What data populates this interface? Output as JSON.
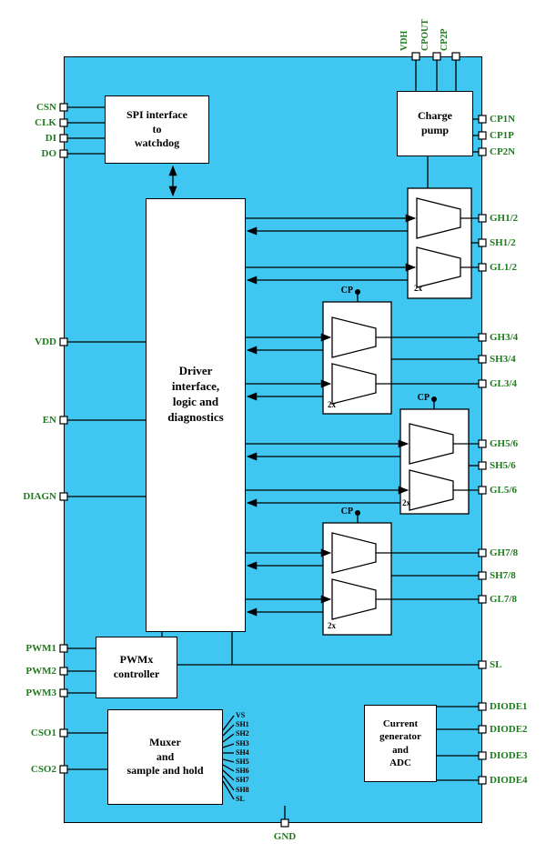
{
  "colors": {
    "chip_fill": "#3fc6f1",
    "pin_label": "#1f7a1f",
    "line": "#000000",
    "block_fill": "#ffffff"
  },
  "blocks": {
    "spi": {
      "lines": [
        "SPI interface",
        "to",
        "watchdog"
      ]
    },
    "charge_pump": {
      "lines": [
        "Charge",
        "pump"
      ]
    },
    "driver": {
      "lines": [
        "Driver",
        "interface,",
        "logic and",
        "diagnostics"
      ]
    },
    "pwmx": {
      "lines": [
        "PWMx",
        "controller"
      ]
    },
    "muxer": {
      "lines": [
        "Muxer",
        "and",
        "sample and hold"
      ]
    },
    "current_gen": {
      "lines": [
        "Current",
        "generator",
        "and",
        "ADC"
      ]
    }
  },
  "pins": {
    "top": [
      "VDH",
      "CPOUT",
      "CP2P"
    ],
    "left": [
      "CSN",
      "CLK",
      "DI",
      "DO",
      "VDD",
      "EN",
      "DIAGN",
      "PWM1",
      "PWM2",
      "PWM3",
      "CSO1",
      "CSO2"
    ],
    "right": [
      "CP1N",
      "CP1P",
      "CP2N",
      "GH1/2",
      "SH1/2",
      "GL1/2",
      "GH3/4",
      "SH3/4",
      "GL3/4",
      "GH5/6",
      "SH5/6",
      "GL5/6",
      "GH7/8",
      "SH7/8",
      "GL7/8",
      "SL",
      "DIODE1",
      "DIODE2",
      "DIODE3",
      "DIODE4"
    ],
    "bottom": [
      "GND"
    ]
  },
  "internal_labels": {
    "cp": "CP",
    "x2": "2x",
    "mux_taps": [
      "VS",
      "SH1",
      "SH2",
      "SH3",
      "SH4",
      "SH5",
      "SH6",
      "SH7",
      "SH8",
      "SL"
    ]
  }
}
